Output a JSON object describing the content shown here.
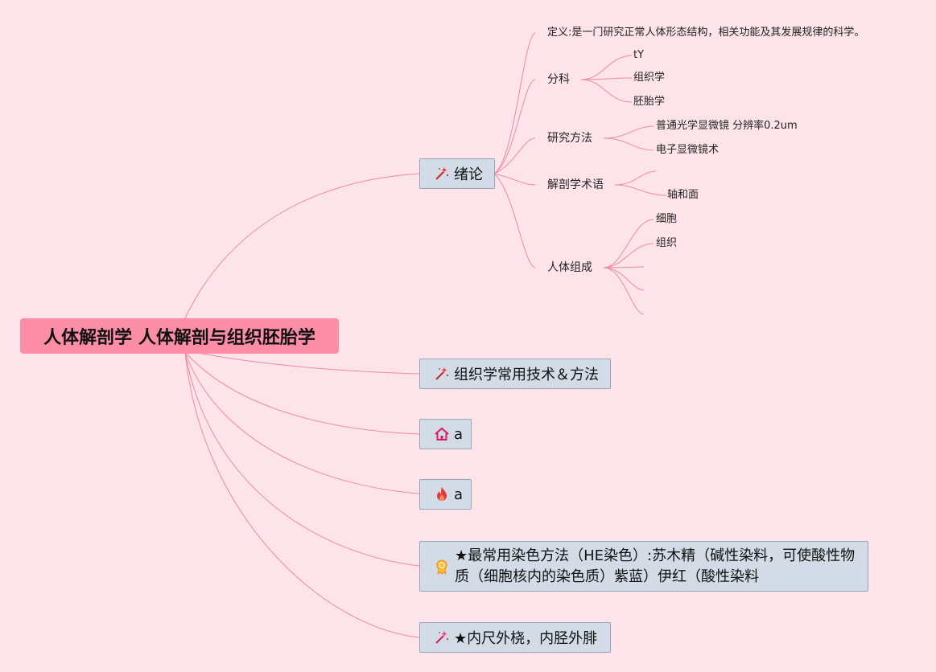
{
  "root": {
    "label": "人体解剖学 人体解剖与组织胚胎学"
  },
  "topics": [
    {
      "label": "绪论",
      "icon": "magic-wand-icon",
      "children": [
        {
          "label": "定义:是一门研究正常人体形态结构，相关功能及其发展规律的科学。",
          "children": []
        },
        {
          "label": "分科",
          "children": [
            {
              "label": "tY"
            },
            {
              "label": "组织学"
            },
            {
              "label": "胚胎学"
            }
          ]
        },
        {
          "label": "研究方法",
          "children": [
            {
              "label": "普通光学显微镜 分辨率0.2um"
            },
            {
              "label": "电子显微镜术"
            }
          ]
        },
        {
          "label": "解剖学术语",
          "children": [
            {
              "label": ""
            },
            {
              "label": "轴和面"
            }
          ]
        },
        {
          "label": "人体组成",
          "children": [
            {
              "label": "细胞"
            },
            {
              "label": "组织"
            },
            {
              "label": ""
            },
            {
              "label": ""
            },
            {
              "label": ""
            }
          ]
        }
      ]
    },
    {
      "label": "组织学常用技术＆方法",
      "icon": "magic-wand-icon"
    },
    {
      "label": "a",
      "icon": "house-icon"
    },
    {
      "label": "a",
      "icon": "flame-icon"
    },
    {
      "label": "★最常用染色方法（HE染色）:苏木精（碱性染料，可使酸性物质（细胞核内的染色质）紫蓝）伊红（酸性染料",
      "icon": "award-icon"
    },
    {
      "label": "★内尺外桡，内胫外腓",
      "icon": "magic-wand-icon"
    }
  ],
  "colors": {
    "background": "#fde4ea",
    "root_fill": "#fb8ea6",
    "topic_fill": "#d3dce6",
    "topic_border": "#96a6b5",
    "connector": "#ef8aa3"
  }
}
